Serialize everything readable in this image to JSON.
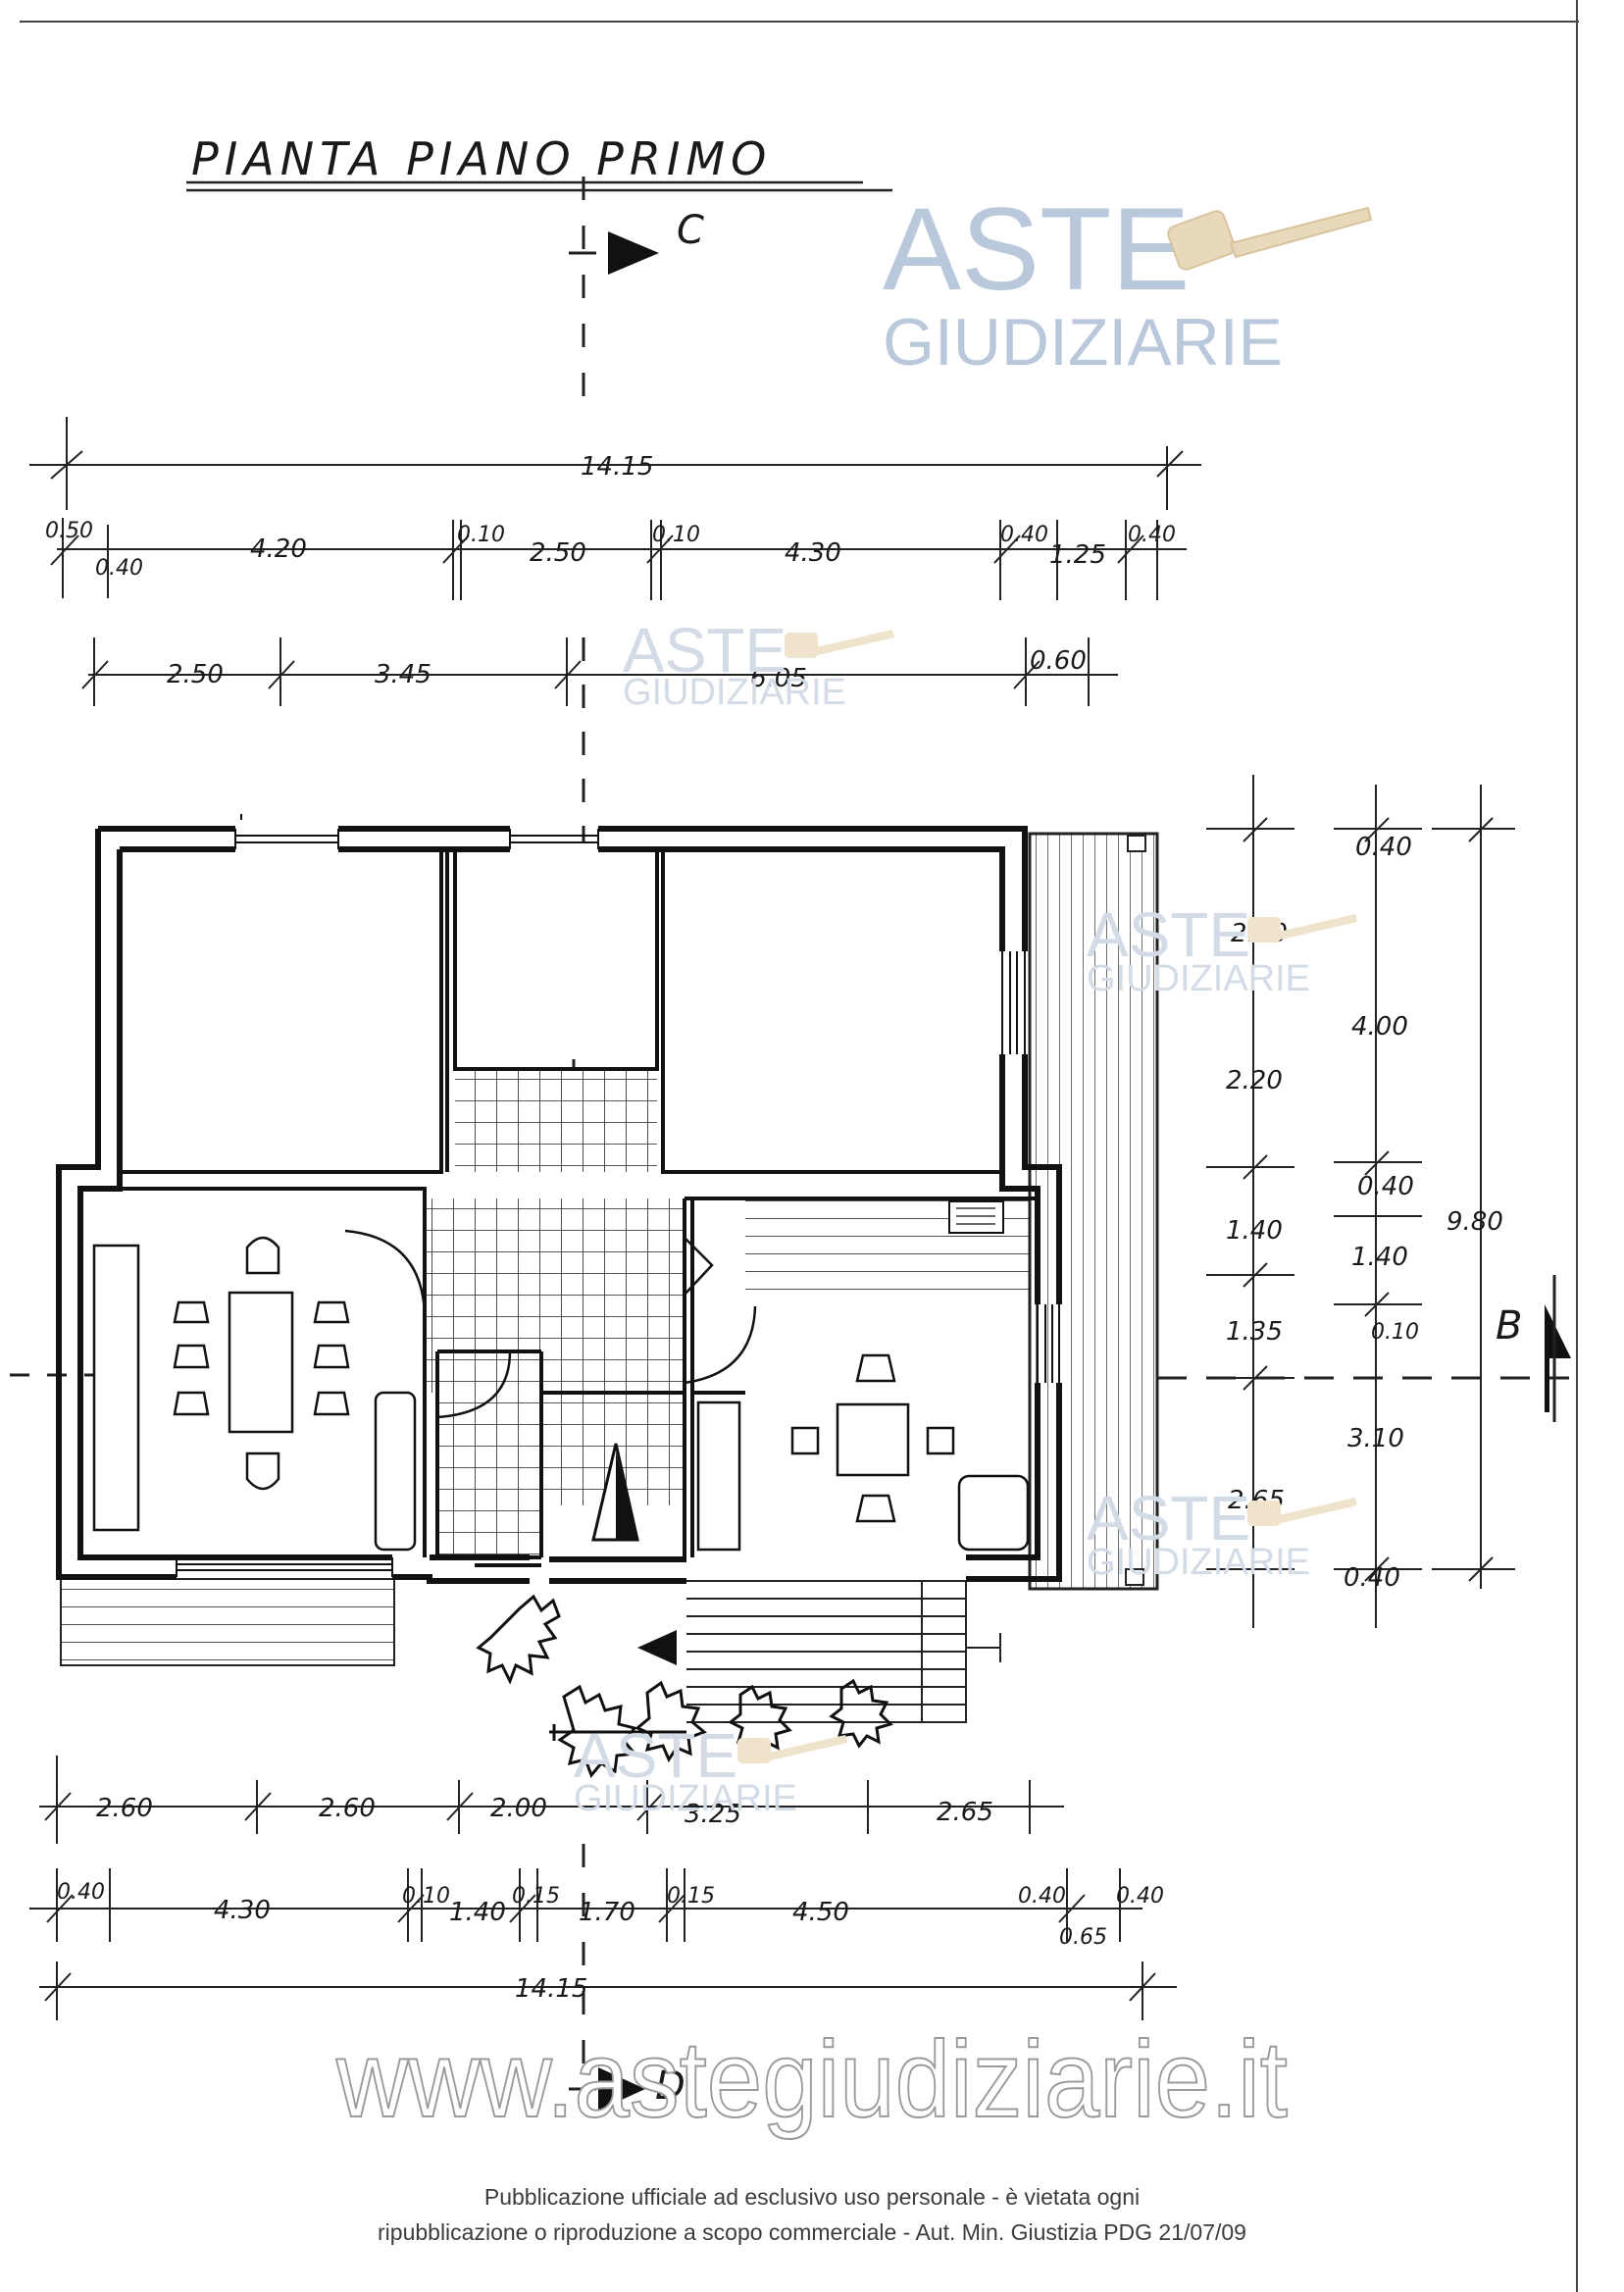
{
  "title": "PIANTA PIANO PRIMO",
  "section_marks": {
    "top": "C",
    "bottom": "D",
    "right": "B"
  },
  "watermark": {
    "line1": "ASTE",
    "line2": "GIUDIZIARIE",
    "url": "www.astegiudiziarie.it"
  },
  "dimensions": {
    "top_total": "14.15",
    "top_row1": [
      "0.50",
      "0.40",
      "4.20",
      "0.10",
      "2.50",
      "0.10",
      "4.30",
      "0.40",
      "1.25",
      "0.40"
    ],
    "top_row2": [
      "2.50",
      "3.45",
      "6.05",
      "0.60"
    ],
    "right_inner": [
      "2.20",
      "2.20",
      "1.40",
      "1.35",
      "2.65"
    ],
    "right_outer": [
      "0.40",
      "4.00",
      "0.40",
      "1.40",
      "0.10",
      "3.10",
      "0.40"
    ],
    "right_total": "9.80",
    "bottom_row1": [
      "2.60",
      "2.60",
      "2.00",
      "3.25",
      "2.65"
    ],
    "bottom_row2": [
      "0.40",
      "4.30",
      "0.10",
      "1.40",
      "0.15",
      "1.70",
      "0.15",
      "4.50",
      "0.40",
      "0.65",
      "0.40"
    ],
    "bottom_total": "14.15"
  },
  "footer": {
    "line1": "Pubblicazione ufficiale ad esclusivo uso personale - è vietata ogni",
    "line2": "ripubblicazione o riproduzione a scopo commerciale - Aut. Min. Giustizia PDG 21/07/09"
  }
}
